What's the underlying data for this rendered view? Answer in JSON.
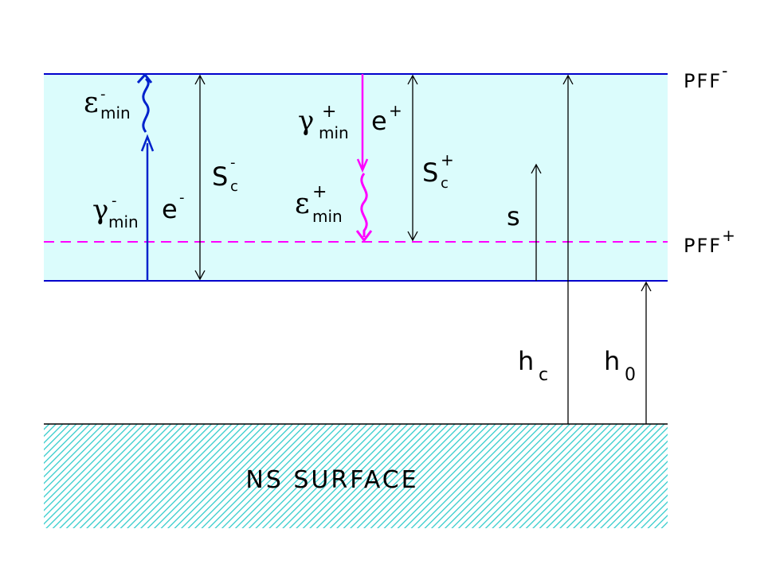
{
  "colors": {
    "layer_fill": "#dbfcfc",
    "boundary": "#0000cc",
    "pff_plus": "#ff00ff",
    "electron": "#0022cc",
    "positron": "#ff00ff",
    "hatch": "#33cccc",
    "ink": "#000000"
  },
  "labels": {
    "pff_minus": {
      "base": "PFF",
      "sup": "-"
    },
    "pff_plus": {
      "base": "PFF",
      "sup": "+"
    },
    "eps_minus": {
      "base": "ε",
      "sup": "-",
      "sub": "min"
    },
    "gamma_minus": {
      "base": "γ",
      "sup": "-",
      "sub": "min"
    },
    "e_minus": {
      "base": "e",
      "sup": "-"
    },
    "sc_minus": {
      "base": "S",
      "sup": "-",
      "sub": "c"
    },
    "gamma_plus": {
      "base": "γ",
      "sup": "+",
      "sub": "min"
    },
    "e_plus": {
      "base": "e",
      "sup": "+"
    },
    "sc_plus": {
      "base": "S",
      "sup": "+",
      "sub": "c"
    },
    "eps_plus": {
      "base": "ε",
      "sup": "+",
      "sub": "min"
    },
    "s": "s",
    "hc": {
      "base": "h",
      "sub": "c"
    },
    "h0": {
      "base": "h",
      "sub": "0"
    },
    "surface": "NS SURFACE"
  }
}
